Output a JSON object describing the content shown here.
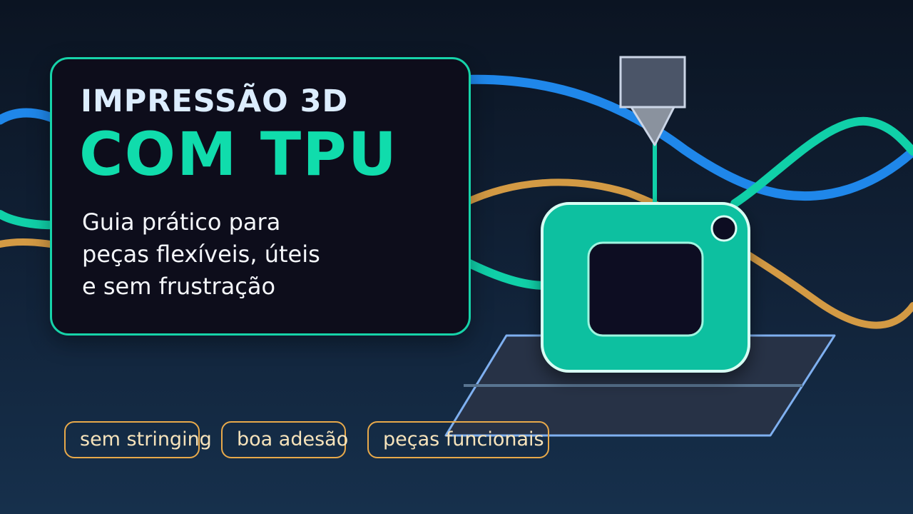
{
  "card": {
    "overline": "IMPRESSÃO 3D",
    "headline": "COM TPU",
    "subtitle_lines": [
      "Guia prático para",
      "peças flexíveis, úteis",
      "e sem frustração"
    ]
  },
  "tags": [
    "sem stringing",
    "boa adesão",
    "peças funcionais"
  ],
  "icons": {
    "printer": "3d-printer-icon",
    "nozzle": "print-nozzle-icon",
    "bed": "print-bed-icon",
    "filament": "filament-strand-icon"
  },
  "colors": {
    "accent_teal": "#10dcac",
    "filament_blue": "#1f87ea",
    "filament_gold": "#d39a44",
    "tag_border": "#e8a94a",
    "card_background": "#0d0d1b"
  }
}
